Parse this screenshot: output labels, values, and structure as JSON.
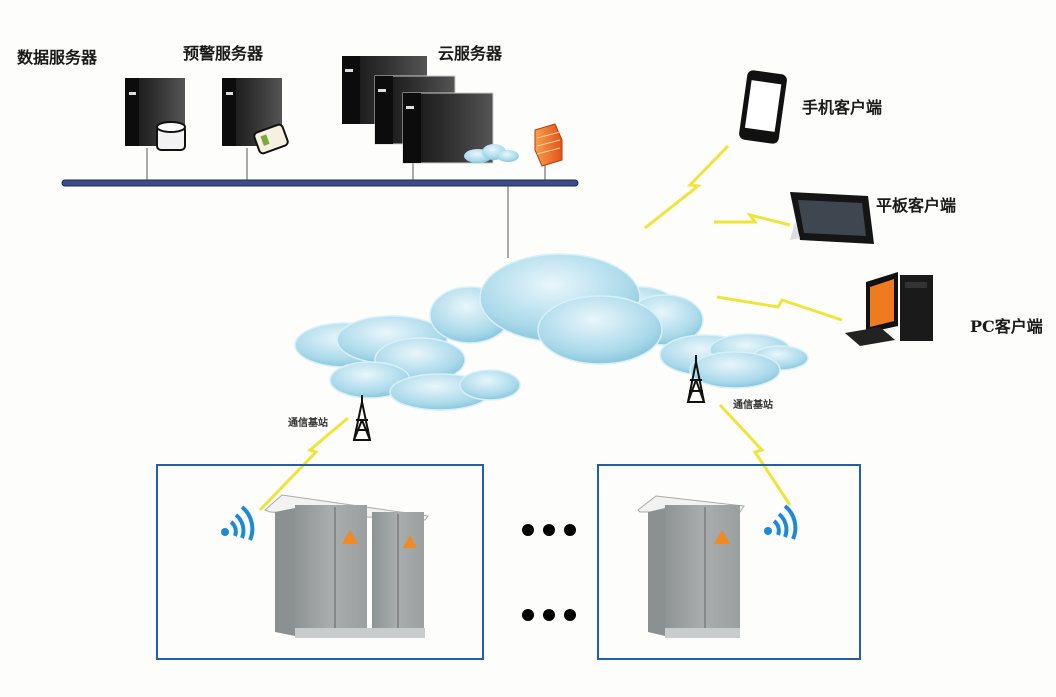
{
  "diagram": {
    "title": "",
    "servers": {
      "data_server": "数据服务器",
      "warning_server": "预警服务器",
      "cloud_server": "云服务器"
    },
    "clients": {
      "mobile": "手机客户端",
      "tablet": "平板客户端",
      "pc": "PC客户端"
    },
    "base_stations": {
      "left": "通信基站",
      "right": "通信基站"
    },
    "field_units": {
      "left_group": "Two-cabinet outdoor distribution box with wireless signal",
      "right_group": "Single-cabinet outdoor distribution box with wireless signal",
      "ellipsis": "• • •"
    },
    "colors": {
      "bus": "#2c3e70",
      "cloud": "#a8d8ea",
      "lightning": "#f2e640",
      "box_border": "#1f5fae",
      "cabinet": "#9ea3a3",
      "firewall": "#f07a28",
      "wifi": "#1e8ad6"
    }
  }
}
